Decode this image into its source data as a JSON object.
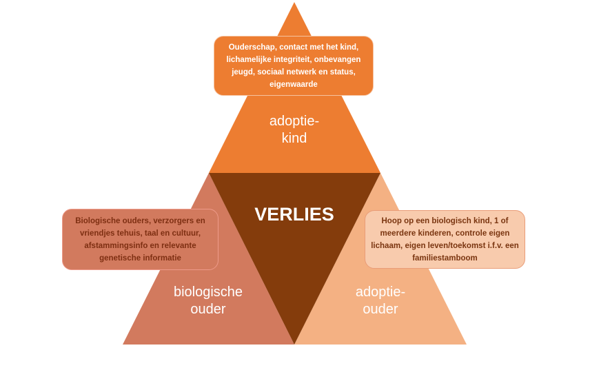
{
  "center": {
    "title": "VERLIES"
  },
  "top": {
    "label_line1": "adoptie-",
    "label_line2": "kind",
    "detail": "Ouderschap, contact met het kind, lichamelijke integriteit, onbevangen jeugd, sociaal netwerk en status, eigenwaarde"
  },
  "left": {
    "label_line1": "biologische",
    "label_line2": "ouder",
    "detail": "Biologische ouders, verzorgers en vriendjes tehuis, taal en cultuur, afstammingsinfo en relevante genetische informatie"
  },
  "right": {
    "label_line1": "adoptie-",
    "label_line2": "ouder",
    "detail": "Hoop op een biologisch kind, 1 of meerdere kinderen, controle eigen lichaam, eigen leven/toekomst i.f.v. een familiestamboom"
  },
  "colors": {
    "top": "#ED7D31",
    "center": "#843C0C",
    "left": "#D27A5E",
    "right": "#F4B183"
  }
}
